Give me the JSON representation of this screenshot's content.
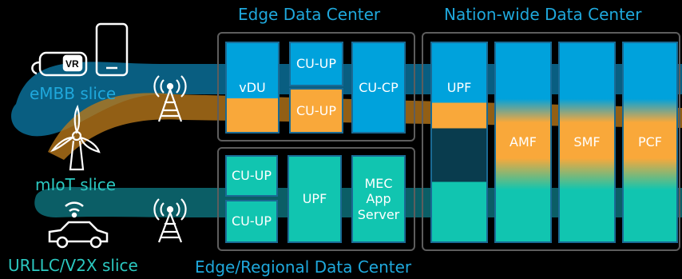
{
  "headings": {
    "edge": "Edge Data Center",
    "nation": "Nation-wide Data Center",
    "regional": "Edge/Regional Data Center"
  },
  "slices": {
    "embb": "eMBB  slice",
    "miot": "mIoT slice",
    "urllc": "URLLC/V2X slice"
  },
  "edge_dc": {
    "vdu": "vDU",
    "cu_up_top": "CU-UP",
    "cu_up_bottom": "CU-UP",
    "cu_cp": "CU-CP"
  },
  "nation_dc": {
    "upf": "UPF",
    "amf": "AMF",
    "smf": "SMF",
    "pcf": "PCF"
  },
  "regional_dc": {
    "cu_up_top": "CU-UP",
    "cu_up_bottom": "CU-UP",
    "upf": "UPF",
    "mec": "MEC\nApp\nServer"
  },
  "vr_badge": "VR",
  "colors": {
    "blue_slice": "#00a2dc",
    "orange_slice": "#f9a83a",
    "teal_slice": "#11c5b0",
    "frame": "#5d5d5d",
    "heading": "#1fa8dc"
  },
  "icons": [
    "vr-headset-icon",
    "smartphone-icon",
    "antenna-tower-icon",
    "wind-turbine-icon",
    "wifi-icon",
    "car-icon"
  ]
}
